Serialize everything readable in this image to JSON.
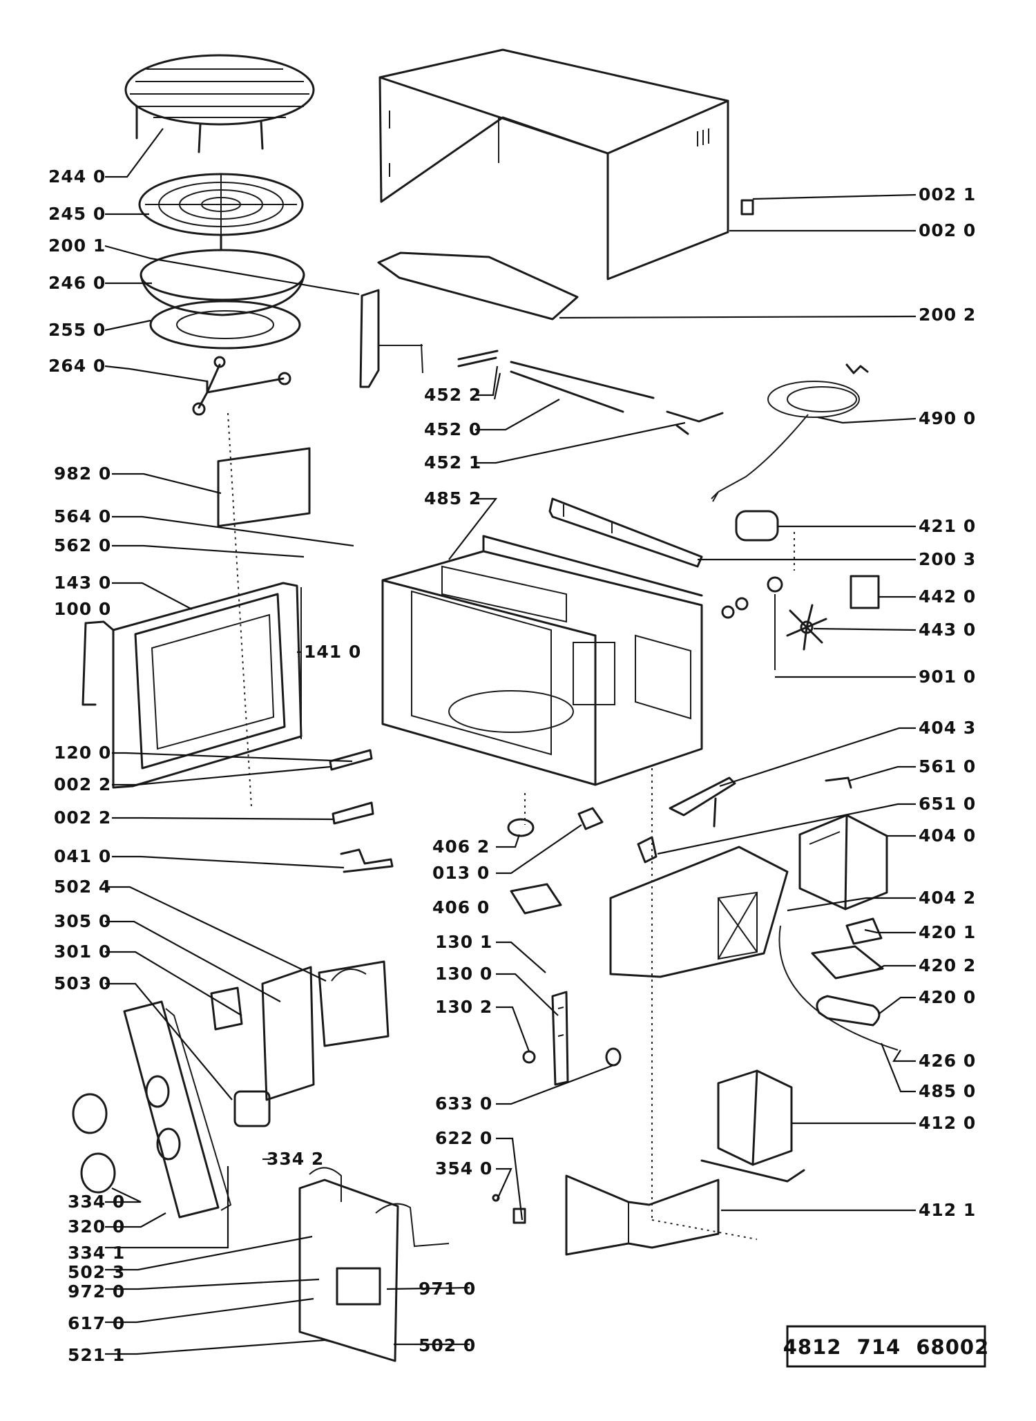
{
  "document_number": "4812  714  68002",
  "labels": {
    "l2440": "244 0",
    "l2450": "245 0",
    "l2001": "200 1",
    "l2460": "246 0",
    "l2550": "255 0",
    "l2640": "264 0",
    "l0021": "002 1",
    "l0020": "002 0",
    "l2002": "200 2",
    "l4522": "452 2",
    "l4520": "452 0",
    "l4521": "452 1",
    "l4900": "490 0",
    "l9820": "982 0",
    "l4852": "485 2",
    "l5640": "564 0",
    "l5620": "562 0",
    "l4210": "421 0",
    "l2003": "200 3",
    "l1430": "143 0",
    "l1000": "100 0",
    "l4420": "442 0",
    "l1410": "141 0",
    "l4430": "443 0",
    "l9010": "901 0",
    "l1200": "120 0",
    "l4043": "404 3",
    "l0022a": "002 2",
    "l5610": "561 0",
    "l0022b": "002 2",
    "l6510": "651 0",
    "l4040": "404 0",
    "l0410": "041 0",
    "l4062": "406 2",
    "l0130": "013 0",
    "l4060": "406 0",
    "l4042": "404 2",
    "l5024": "502 4",
    "l3050": "305 0",
    "l4201": "420 1",
    "l3010": "301 0",
    "l1301": "130 1",
    "l4202": "420 2",
    "l5030": "503 0",
    "l1300": "130 0",
    "l4200": "420 0",
    "l1302": "130 2",
    "l4260": "426 0",
    "l4850": "485 0",
    "l6330": "633 0",
    "l4120": "412 0",
    "l3342": "334 2",
    "l6220": "622 0",
    "l3540": "354 0",
    "l3340": "334 0",
    "l4121": "412 1",
    "l3200": "320 0",
    "l3341": "334 1",
    "l5023": "502 3",
    "l9720": "972 0",
    "l9710": "971 0",
    "l6170": "617 0",
    "l5211": "521 1",
    "l5020": "502 0"
  }
}
